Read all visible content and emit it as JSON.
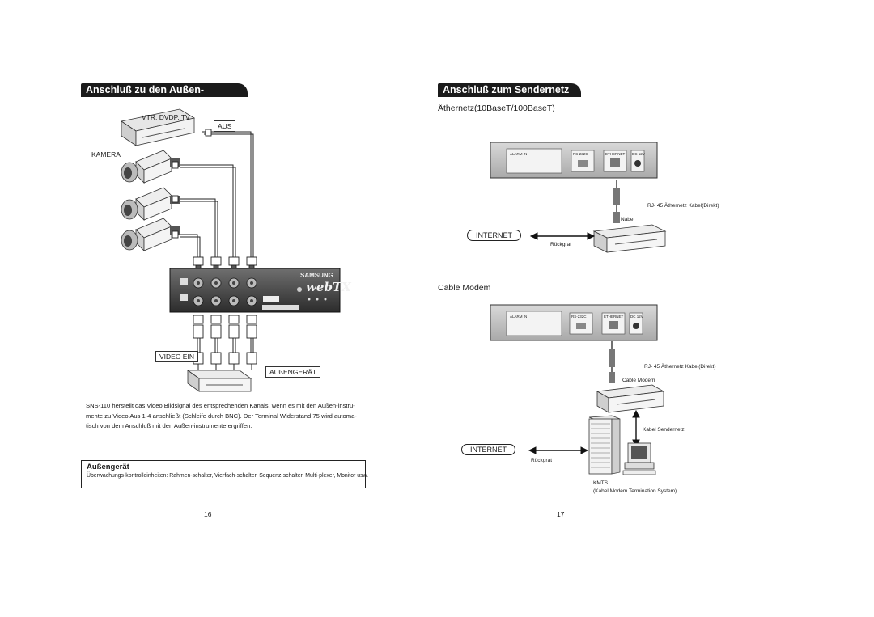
{
  "left": {
    "title": "Anschluß zu den Außen-instrumente",
    "vtr_label": "VTR, DVDP, TV",
    "aus_label": "AUS",
    "kamera_label": "KAMERA",
    "video_ein_label": "VIDEO EIN",
    "aussengeraet_label": "AUßENGERÄT",
    "device_brand": "SAMSUNG",
    "device_logo": "webTX",
    "paragraph_lines": [
      "SNS-110 herstellt das Video Bildsignal des entsprechenden Kanals, wenn es mit den Außen-instru-",
      "mente zu Video Aus 1-4 anschließt (Schleife durch BNC). Der Terminal Widerstand 75 wird automa-",
      "tisch von dem Anschluß mit den Außen-instrumente ergriffen."
    ],
    "note_title": "Außengerät",
    "note_text": "Überwachungs-kontrolleinheiten: Rahmen-schalter, Vierfach-schalter, Sequenz-schalter, Multi-plexer, Monitor usw.",
    "page_number": "16"
  },
  "right": {
    "title": "Anschluß zum Sendernetz",
    "ethernet_heading": "Äthernetz(10BaseT/100BaseT)",
    "cable_modem_heading": "Cable Modem",
    "rj45_label_1": "RJ- 45 Äthernetz Kabel(Direkt)",
    "nabe_label": "Nabe",
    "internet_label_1": "INTERNET",
    "rueckgrat_label_1": "Rückgrat",
    "rj45_label_2": "RJ- 45 Äthernetz Kabel(Direkt)",
    "cable_modem_label": "Cable Modem",
    "kabel_sendernetz_label": "Kabel Sendernetz",
    "internet_label_2": "INTERNET",
    "rueckgrat_label_2": "Rückgrat",
    "kmts_label": "KMTS",
    "kmts_full_label": "(Kabel Modem Termination System)",
    "panel_labels": [
      "ALARM IN",
      "RS-232C",
      "ETHERNET",
      "DC 12V"
    ],
    "page_number": "17"
  }
}
